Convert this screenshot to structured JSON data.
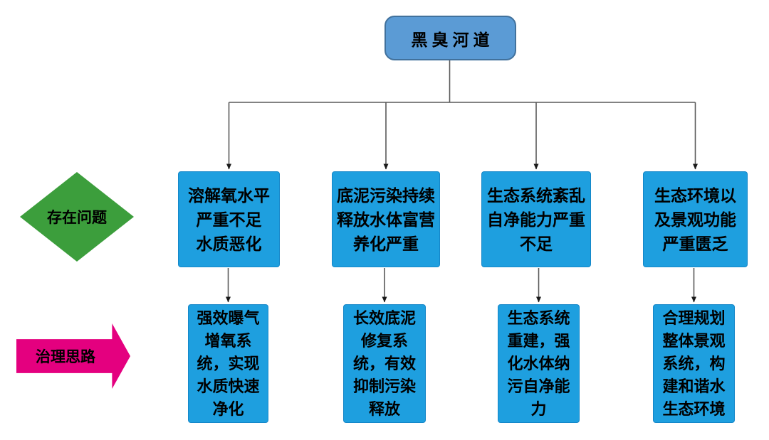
{
  "diagram": {
    "root_label": "黑臭河道",
    "row_labels": {
      "problems": "存在问题",
      "solutions": "治理思路"
    },
    "columns": [
      {
        "problem": "溶解氧水平\n严重不足\n水质恶化",
        "solution": "强效曝气\n增氧系\n统，实现\n水质快速\n净化"
      },
      {
        "problem": "底泥污染持续\n释放水体富营\n养化严重",
        "solution": "长效底泥\n修复系\n统，有效\n抑制污染\n释放"
      },
      {
        "problem": "生态系统紊乱\n自净能力严重\n不足",
        "solution": "生态系统\n重建，强\n化水体纳\n污自净能\n力"
      },
      {
        "problem": "生态环境以\n及景观功能\n严重匮乏",
        "solution": "合理规划\n整体景观\n系统，构\n建和谐水\n生态环境"
      }
    ],
    "colors": {
      "root_fill": "#5B9BD5",
      "root_border": "#41719C",
      "box_fill": "#1E9FDF",
      "box_border": "#1486C8",
      "diamond_fill": "#3C9E3C",
      "arrow_fill": "#E4007F",
      "connector": "#595959",
      "arrowhead": "#1a1a1a",
      "text": "#000000"
    }
  }
}
